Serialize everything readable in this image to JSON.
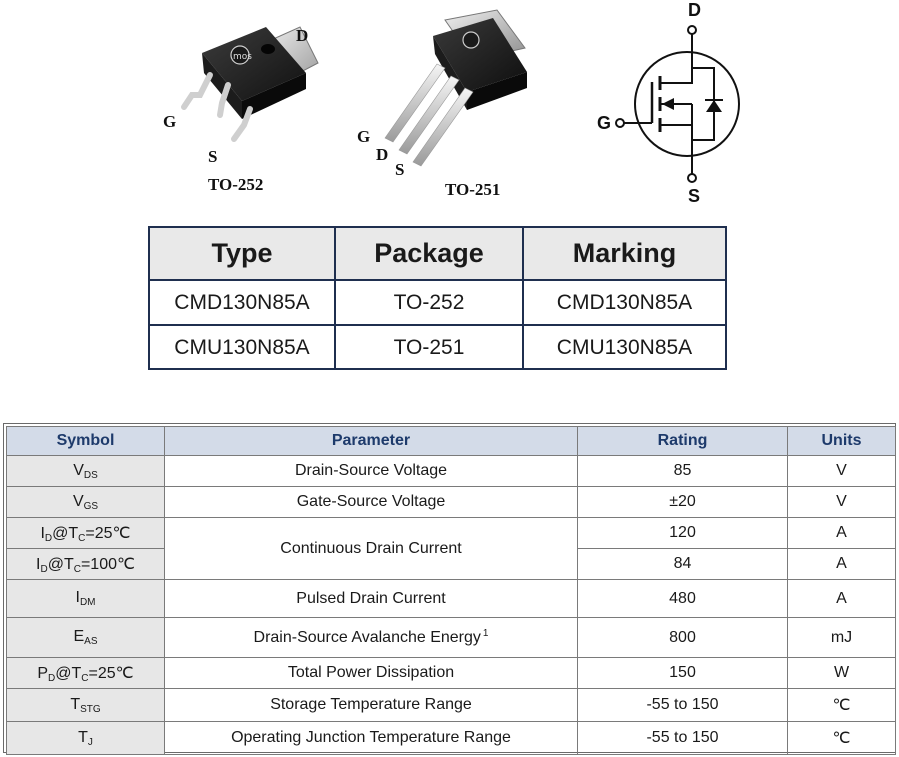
{
  "packages": [
    {
      "name": "TO-252",
      "pins": [
        "G",
        "D",
        "S"
      ]
    },
    {
      "name": "TO-251",
      "pins": [
        "G",
        "D",
        "S"
      ]
    }
  ],
  "package_logo": "mos",
  "symbol": {
    "drain": "D",
    "gate": "G",
    "source": "S"
  },
  "ordering_table": {
    "headers": [
      "Type",
      "Package",
      "Marking"
    ],
    "rows": [
      [
        "CMD130N85A",
        "TO-252",
        "CMD130N85A"
      ],
      [
        "CMU130N85A",
        "TO-251",
        "CMU130N85A"
      ]
    ]
  },
  "ratings_table": {
    "headers": [
      "Symbol",
      "Parameter",
      "Rating",
      "Units"
    ],
    "rows": [
      {
        "symbol": "V",
        "symbol_sub": "DS",
        "symbol_suffix": "",
        "parameter": "Drain-Source Voltage",
        "note": "",
        "rating": "85",
        "unit": "V"
      },
      {
        "symbol": "V",
        "symbol_sub": "GS",
        "symbol_suffix": "",
        "parameter": "Gate-Source Voltage",
        "note": "",
        "rating": "±20",
        "unit": "V"
      },
      {
        "symbol": "I",
        "symbol_sub": "D",
        "symbol_suffix": "@T",
        "symbol_sub2": "C",
        "symbol_tail": "=25℃",
        "parameter": "Continuous Drain Current",
        "note": "",
        "rating": "120",
        "unit": "A"
      },
      {
        "symbol": "I",
        "symbol_sub": "D",
        "symbol_suffix": "@T",
        "symbol_sub2": "C",
        "symbol_tail": "=100℃",
        "parameter": "",
        "note": "",
        "rating": "84",
        "unit": "A"
      },
      {
        "symbol": "I",
        "symbol_sub": "DM",
        "symbol_suffix": "",
        "parameter": "Pulsed Drain Current",
        "note": "",
        "rating": "480",
        "unit": "A"
      },
      {
        "symbol": "E",
        "symbol_sub": "AS",
        "symbol_suffix": "",
        "parameter": "Drain-Source Avalanche Energy",
        "note": "1",
        "rating": "800",
        "unit": "mJ"
      },
      {
        "symbol": "P",
        "symbol_sub": "D",
        "symbol_suffix": "@T",
        "symbol_sub2": "C",
        "symbol_tail": "=25℃",
        "parameter": "Total Power Dissipation",
        "note": "",
        "rating": "150",
        "unit": "W"
      },
      {
        "symbol": "T",
        "symbol_sub": "STG",
        "symbol_suffix": "",
        "parameter": "Storage Temperature Range",
        "note": "",
        "rating": "-55 to 150",
        "unit": "℃"
      },
      {
        "symbol": "T",
        "symbol_sub": "J",
        "symbol_suffix": "",
        "parameter": "Operating Junction Temperature Range",
        "note": "",
        "rating": "-55 to 150",
        "unit": "℃"
      }
    ]
  }
}
